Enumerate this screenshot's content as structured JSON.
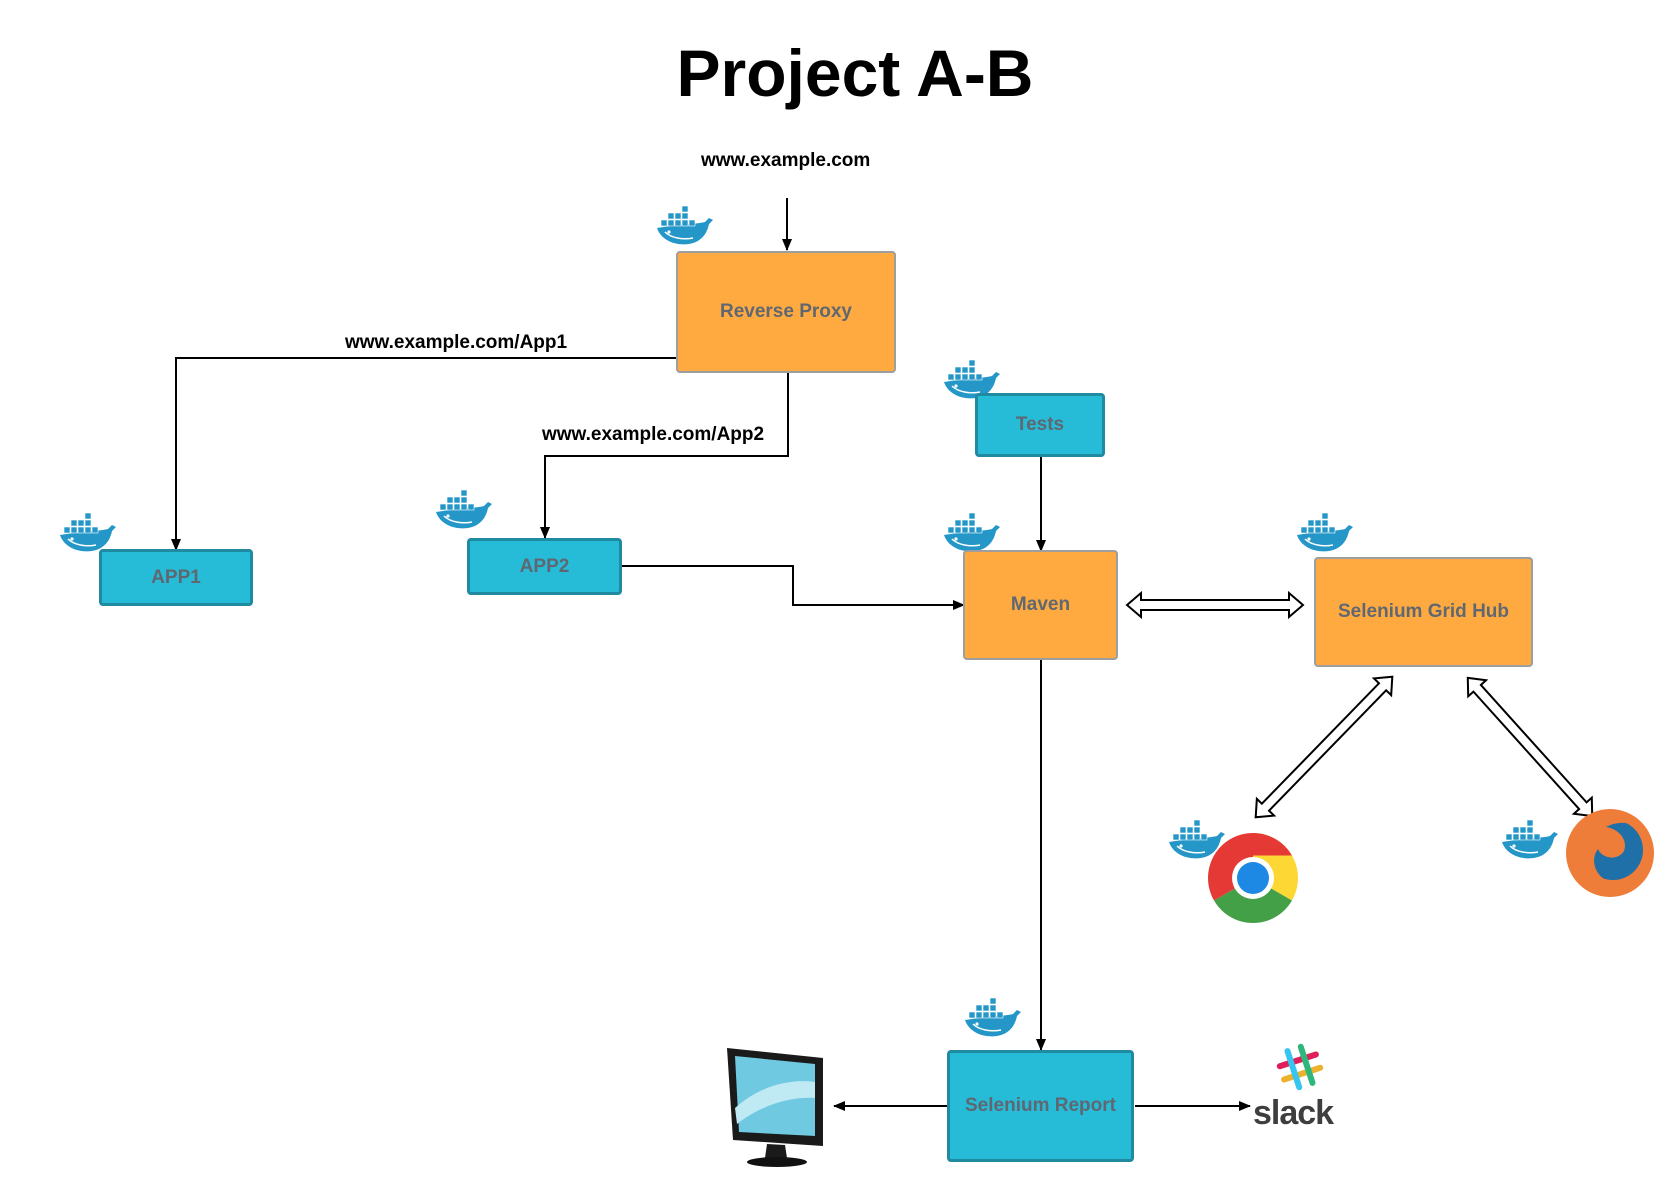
{
  "title": "Project A-B",
  "entry_url": "www.example.com",
  "edge_labels": {
    "app1_route": "www.example.com/App1",
    "app2_route": "www.example.com/App2"
  },
  "nodes": {
    "reverse_proxy": "Reverse Proxy",
    "app1": "APP1",
    "app2": "APP2",
    "tests": "Tests",
    "maven": "Maven",
    "selenium_grid_hub": "Selenium Grid Hub",
    "selenium_report": "Selenium Report"
  },
  "logos": {
    "slack": "slack"
  },
  "icons": [
    "docker-whale-icon",
    "chrome-icon",
    "firefox-icon",
    "monitor-icon",
    "slack-icon"
  ],
  "colors": {
    "orange_node": "#ffaa40",
    "blue_node": "#26bcd8",
    "blue_border": "#1f8aa0",
    "docker_blue": "#2496c8"
  }
}
